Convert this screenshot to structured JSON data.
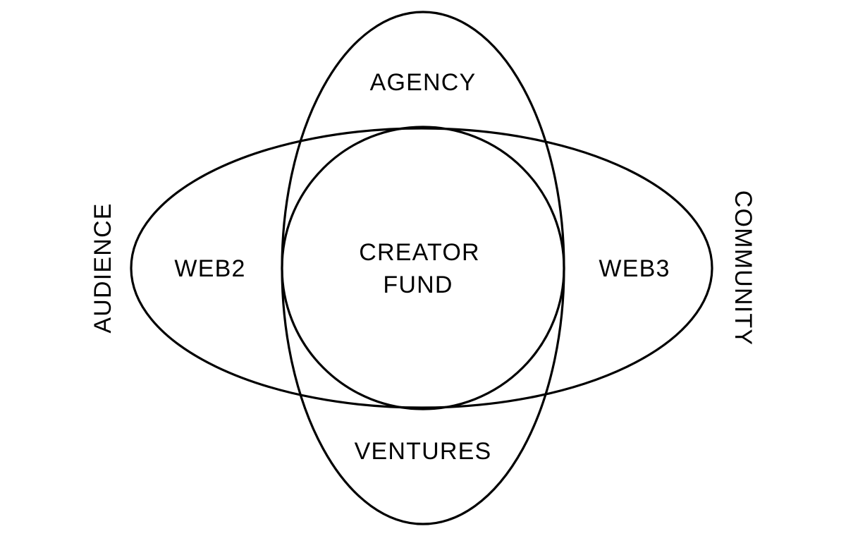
{
  "colors": {
    "background": "#ffffff",
    "stroke": "#000000",
    "text": "#000000"
  },
  "labels": {
    "agency": "AGENCY",
    "ventures": "VENTURES",
    "web2": "WEB2",
    "web3": "WEB3",
    "creator_fund_line1": "CREATOR",
    "creator_fund_line2": "FUND",
    "audience": "AUDIENCE",
    "community": "COMMUNITY"
  }
}
